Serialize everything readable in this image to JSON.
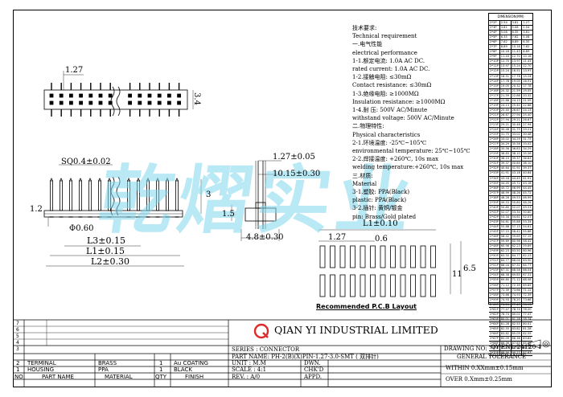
{
  "watermark": "乾熠实业",
  "drawing": {
    "dims_top": {
      "pitch": "1.27",
      "height": "3.4"
    },
    "dims_side": {
      "sq": "SQ0.4±0.02",
      "d1": "1.2",
      "dia": "Φ0.60",
      "l3": "L3±0.15",
      "l1": "L1±0.15",
      "l2": "L2±0.30",
      "h3": "3"
    },
    "dims_end": {
      "a": "1.27±0.05",
      "b": "10.15±0.30",
      "c": "1.5",
      "d": "4.8±0.30"
    },
    "pcb": {
      "l1": "L1±0.10",
      "pitch": "1.27",
      "pad": "0.6",
      "h11": "11",
      "h65": "6.5",
      "title": "Recommended P.C.B Layout"
    }
  },
  "spec": {
    "lines": [
      "技术要求:",
      "Technical requirement",
      "一.电气性能",
      "electrical performance",
      "  1-1.额定电流: 1.0A AC DC.",
      "  rated current: 1.0A AC DC.",
      "  1-2.接触电阻: ≤30mΩ",
      "  Contact resistance: ≤30mΩ",
      "  1-3.绝缘电阻: ≥1000MΩ",
      "  Insulation resistance: ≥1000MΩ",
      "  1-4.耐    压: 500V AC/Minute",
      "  withstand voltage: 500V AC/Minute",
      "二.物理特性:",
      "Physical characteristics",
      "  2-1.环境温度: -25℃~105℃",
      "  environmental temperature: 25℃~105℃",
      "  2-2.焊接温度: +260℃, 10s max",
      "  welding temperature:+260℃, 10s max",
      "三.材质:",
      "Material",
      "  3-1.塑胶: PPA(Black)",
      "    plastic: PPA(Black)",
      "  3-2.插针: 黄铜/镀金",
      "       pin: Brass/Gold plated"
    ]
  },
  "dim_table": {
    "header": "DIMENSION(MM)",
    "rows": [
      [
        "2*2P",
        "2.54",
        "3.81",
        "1.27"
      ],
      [
        "2*3P",
        "3.81",
        "5.08",
        "2.54"
      ],
      [
        "2*4P",
        "5.08",
        "6.35",
        "3.81"
      ],
      [
        "2*5P",
        "6.35",
        "7.62",
        "5.08"
      ],
      [
        "2*6P",
        "7.62",
        "8.89",
        "6.35"
      ],
      [
        "2*7P",
        "8.89",
        "10.16",
        "7.62"
      ],
      [
        "2*8P",
        "10.16",
        "11.43",
        "8.89"
      ],
      [
        "2*9P",
        "11.43",
        "12.70",
        "10.16"
      ],
      [
        "2*10P",
        "12.70",
        "13.97",
        "11.43"
      ],
      [
        "2*11P",
        "13.97",
        "15.24",
        "12.70"
      ],
      [
        "2*12P",
        "15.24",
        "16.51",
        "13.97"
      ],
      [
        "2*13P",
        "16.51",
        "17.78",
        "15.24"
      ],
      [
        "2*14P",
        "17.78",
        "19.05",
        "16.51"
      ],
      [
        "2*15P",
        "19.05",
        "20.32",
        "17.78"
      ],
      [
        "2*16P",
        "20.32",
        "21.59",
        "19.05"
      ],
      [
        "2*17P",
        "21.59",
        "22.86",
        "20.32"
      ],
      [
        "2*18P",
        "22.86",
        "24.13",
        "21.59"
      ],
      [
        "2*19P",
        "24.13",
        "25.40",
        "22.86"
      ],
      [
        "2*20P",
        "25.40",
        "26.67",
        "24.13"
      ],
      [
        "2*21P",
        "26.67",
        "27.94",
        "25.40"
      ],
      [
        "2*22P",
        "27.94",
        "29.21",
        "26.67"
      ],
      [
        "2*23P",
        "29.21",
        "30.48",
        "27.94"
      ],
      [
        "2*24P",
        "30.48",
        "31.75",
        "29.21"
      ],
      [
        "2*25P",
        "31.75",
        "33.02",
        "30.48"
      ],
      [
        "2*26P",
        "33.02",
        "34.29",
        "31.75"
      ],
      [
        "2*27P",
        "34.29",
        "35.56",
        "33.02"
      ],
      [
        "2*28P",
        "35.56",
        "36.83",
        "34.29"
      ],
      [
        "2*29P",
        "36.83",
        "38.10",
        "35.56"
      ],
      [
        "2*30P",
        "38.10",
        "39.37",
        "36.83"
      ],
      [
        "2*31P",
        "39.37",
        "40.64",
        "38.10"
      ],
      [
        "2*32P",
        "40.64",
        "41.91",
        "39.37"
      ],
      [
        "2*33P",
        "41.91",
        "43.18",
        "40.64"
      ],
      [
        "2*34P",
        "43.18",
        "44.45",
        "41.91"
      ],
      [
        "2*35P",
        "44.45",
        "45.72",
        "43.18"
      ],
      [
        "2*36P",
        "45.72",
        "46.99",
        "44.45"
      ],
      [
        "2*37P",
        "46.99",
        "48.26",
        "45.72"
      ],
      [
        "2*38P",
        "48.26",
        "49.53",
        "46.99"
      ],
      [
        "2*39P",
        "49.53",
        "50.80",
        "48.26"
      ],
      [
        "2*40P",
        "50.80",
        "52.07",
        "49.53"
      ],
      [
        "2*41P",
        "52.07",
        "53.34",
        "50.80"
      ],
      [
        "2*42P",
        "53.34",
        "54.61",
        "52.07"
      ],
      [
        "2*43P",
        "54.61",
        "55.88",
        "53.34"
      ],
      [
        "2*44P",
        "55.88",
        "57.15",
        "54.61"
      ],
      [
        "2*45P",
        "57.15",
        "58.42",
        "55.88"
      ],
      [
        "2*46P",
        "58.42",
        "59.69",
        "57.15"
      ],
      [
        "2*47P",
        "59.69",
        "60.96",
        "58.42"
      ],
      [
        "2*48P",
        "60.96",
        "62.23",
        "59.69"
      ],
      [
        "2*49P",
        "62.23",
        "63.50",
        "60.96"
      ],
      [
        "2*50P",
        "63.50",
        "64.77",
        "62.23"
      ],
      [
        "2*51P",
        "64.77",
        "66.04",
        "63.50"
      ],
      [
        "2*52P",
        "66.04",
        "67.31",
        "64.77"
      ],
      [
        "2*53P",
        "67.31",
        "68.58",
        "66.04"
      ],
      [
        "2*54P",
        "68.58",
        "69.85",
        "67.31"
      ],
      [
        "2*55P",
        "69.85",
        "71.12",
        "68.58"
      ],
      [
        "2*56P",
        "71.12",
        "72.39",
        "69.85"
      ],
      [
        "2*57P",
        "72.39",
        "73.66",
        "71.12"
      ],
      [
        "2*58P",
        "73.66",
        "74.93",
        "72.39"
      ],
      [
        "2*59P",
        "74.93",
        "76.20",
        "73.66"
      ],
      [
        "2*60P",
        "76.20",
        "77.47",
        "74.93"
      ],
      [
        "2*61P",
        "77.47",
        "78.74",
        "76.20"
      ],
      [
        "2*62P",
        "78.74",
        "80.01",
        "77.47"
      ],
      [
        "2*63P",
        "80.01",
        "81.28",
        "78.74"
      ],
      [
        "2*64P",
        "81.28",
        "82.55",
        "80.01"
      ],
      [
        "2*65P",
        "82.55",
        "83.82",
        "81.28"
      ],
      [
        "2*66P",
        "83.82",
        "85.09",
        "82.55"
      ],
      [
        "2*67P",
        "85.09",
        "86.36",
        "83.82"
      ],
      [
        "2*68P",
        "86.36",
        "87.63",
        "85.09"
      ],
      [
        "2*69P",
        "87.63",
        "88.90",
        "86.36"
      ],
      [
        "2*70P",
        "88.90",
        "90.17",
        "87.63"
      ]
    ]
  },
  "title_block": {
    "company": "QIAN YI INDUSTRIAL LIMITED",
    "series": "SERIES : CONNECTOR",
    "part_name": "PART NAME: PH-2(B)(X)PIN-1.27-3.0-SMT ( 双排针)",
    "unit": "UNIT : M.M",
    "dwn": "DWN.",
    "scale": "SCALE : 4:1",
    "chkd": "CHK'D",
    "rev": "REV. : A/0",
    "appd": "APPD.",
    "drawing_no": "DRAWING NO:",
    "drawing_no_value": "QY-ENL-24120-1",
    "general_tol": "GENERAL TOLERANCE",
    "within": "WITHIN 0.XXmm±0.15mm",
    "over": "OVER  0.Xmm±0.25mm",
    "rev_rows": [
      "7",
      "6",
      "5",
      "4",
      "3"
    ],
    "bom": [
      {
        "no": "2",
        "name": "TERMINAL",
        "material": "BRASS",
        "qty": "1",
        "finish": "Au COATING"
      },
      {
        "no": "1",
        "name": "HOUSING",
        "material": "PPA",
        "qty": "1",
        "finish": "BLACK"
      }
    ],
    "bom_header": {
      "no": "NO",
      "name": "PART NAME",
      "material": "MATERIAL",
      "qty": "QTY",
      "finish": "FINISH"
    }
  }
}
